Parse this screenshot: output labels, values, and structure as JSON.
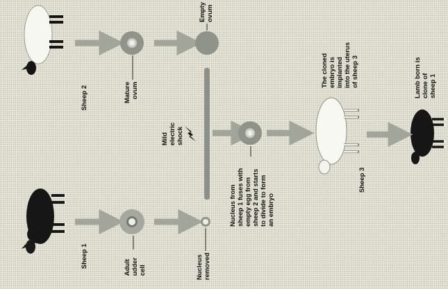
{
  "labels": {
    "sheep1": "Sheep 1",
    "sheep2": "Sheep 2",
    "sheep3": "Sheep 3",
    "mature_ovum": [
      "Mature",
      "ovum"
    ],
    "empty_ovum": [
      "Empty",
      "ovum"
    ],
    "adult_udder_cell": [
      "Adult",
      "udder",
      "cell"
    ],
    "nucleus_removed": [
      "Nucleus",
      "removed"
    ],
    "electric_shock": [
      "Mild",
      "electric",
      "shock"
    ],
    "fusion": [
      "Nucleus from",
      "sheep 1 fuses with",
      "empty egg from",
      "sheep 2 and starts",
      "to divide to form",
      "an embryo"
    ],
    "implant": [
      "The cloned",
      "embryo is",
      "implanted",
      "into the uterus",
      "of sheep 3"
    ],
    "lamb": [
      "Lamb born is",
      "clone of",
      "sheep 1"
    ]
  },
  "colors": {
    "arrow": "#a2a69a",
    "arrow_edge": "#7d8176",
    "cell": "#8f938a",
    "cell_ring": "#c9cbc1",
    "bar": "#8c9086",
    "black_sheep": "#161616",
    "white_sheep": "#f7f7f2"
  },
  "icons": [
    "black-sheep-icon",
    "white-sheep-icon",
    "lightning-icon"
  ]
}
